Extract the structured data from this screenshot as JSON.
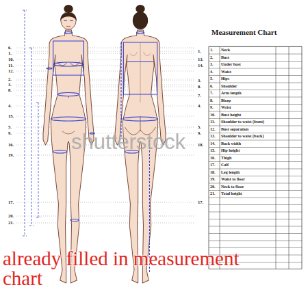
{
  "diagram": {
    "title": "Measurement Chart",
    "labels": [
      "6.",
      "1.",
      "10.",
      "11.",
      "12.",
      "2.",
      "3.",
      "8.",
      "4.",
      "15.",
      "5.",
      "9.",
      "16.",
      "19.",
      "17.",
      "20.",
      "21.",
      "1.",
      "13.",
      "14.",
      "3.",
      "8.",
      "7.",
      "4.",
      "5.",
      "9.",
      "18.",
      "17.",
      "1.",
      "Neck",
      "2.",
      "Bust",
      "3.",
      "Under bust",
      "4.",
      "Waist",
      "5.",
      "Hips",
      "6.",
      "Shoulder",
      "7.",
      "Arm length",
      "8.",
      "Bicep",
      "9.",
      "Wrist",
      "10.",
      "Bust height",
      "11.",
      "Shoulder to waist (front)",
      "12.",
      "Bust separation",
      "13.",
      "Shoulder to waist (back)",
      "14.",
      "Back width",
      "15.",
      "Hip height",
      "16.",
      "Thigh",
      "17.",
      "Calf",
      "18.",
      "Leg length",
      "19.",
      "Waist to floor",
      "20.",
      "Neck to floor",
      "21.",
      "Total height",
      "shutterstock",
      "already filled in measurement chart"
    ]
  }
}
